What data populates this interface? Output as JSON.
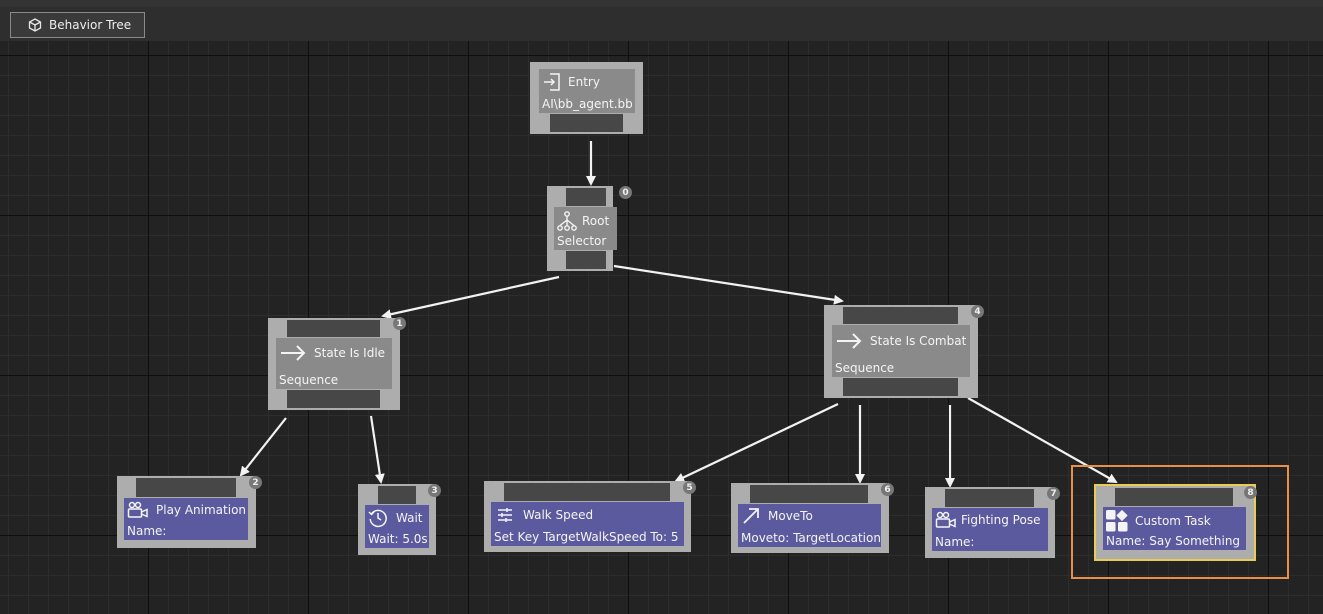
{
  "toolbar": {
    "title": "Behavior Tree",
    "icon": "cube-icon"
  },
  "colors": {
    "canvas": "#232323",
    "node_frame": "#adadad",
    "composite_panel": "#8a8a8a",
    "task_panel": "#5c5a9e",
    "selection_outer": "#e8904a",
    "selection_inner": "#e8cc58",
    "edge": "#f2f2f2"
  },
  "nodes": {
    "entry": {
      "title": "Entry",
      "subtitle": "AI\\bb_agent.bb",
      "icon": "sign-in-icon"
    },
    "root": {
      "title": "Root",
      "subtitle": "Selector",
      "index": "0",
      "icon": "hierarchy-icon"
    },
    "idle": {
      "title": "State Is Idle",
      "subtitle": "Sequence",
      "index": "1",
      "icon": "arrow-right-icon"
    },
    "combat": {
      "title": "State Is Combat",
      "subtitle": "Sequence",
      "index": "4",
      "icon": "arrow-right-icon"
    },
    "play_animation": {
      "title": "Play Animation",
      "subtitle": "Name:",
      "index": "2",
      "icon": "video-camera-icon"
    },
    "wait": {
      "title": "Wait",
      "subtitle": "Wait: 5.0s",
      "index": "3",
      "icon": "clock-icon"
    },
    "walk_speed": {
      "title": "Walk Speed",
      "subtitle": "Set Key TargetWalkSpeed To: 5",
      "index": "5",
      "icon": "sliders-icon"
    },
    "moveto": {
      "title": "MoveTo",
      "subtitle": "Moveto: TargetLocation",
      "index": "6",
      "icon": "arrow-up-right-icon"
    },
    "fighting_pose": {
      "title": "Fighting Pose",
      "subtitle": "Name:",
      "index": "7",
      "icon": "video-camera-icon"
    },
    "custom_task": {
      "title": "Custom Task",
      "subtitle": "Name: Say Something",
      "index": "8",
      "icon": "shapes-icon",
      "selected": true
    }
  }
}
